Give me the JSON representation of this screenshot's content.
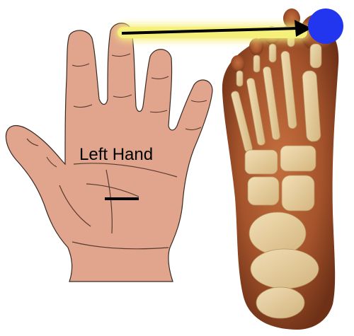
{
  "diagram": {
    "hand_label": "Left Hand",
    "colors": {
      "skin": "#E0A58C",
      "skin_outline": "#3a2a22",
      "crease": "#5a3a2e",
      "highlight": "#F5F07A",
      "arrow": "#000000",
      "target_dot": "#2236F0",
      "foot_flesh": "#A0502A",
      "foot_bone": "#EDD9A8"
    },
    "icons": {
      "connector": "black-arrow",
      "highlight": "yellow-glow",
      "target": "blue-dot"
    }
  }
}
